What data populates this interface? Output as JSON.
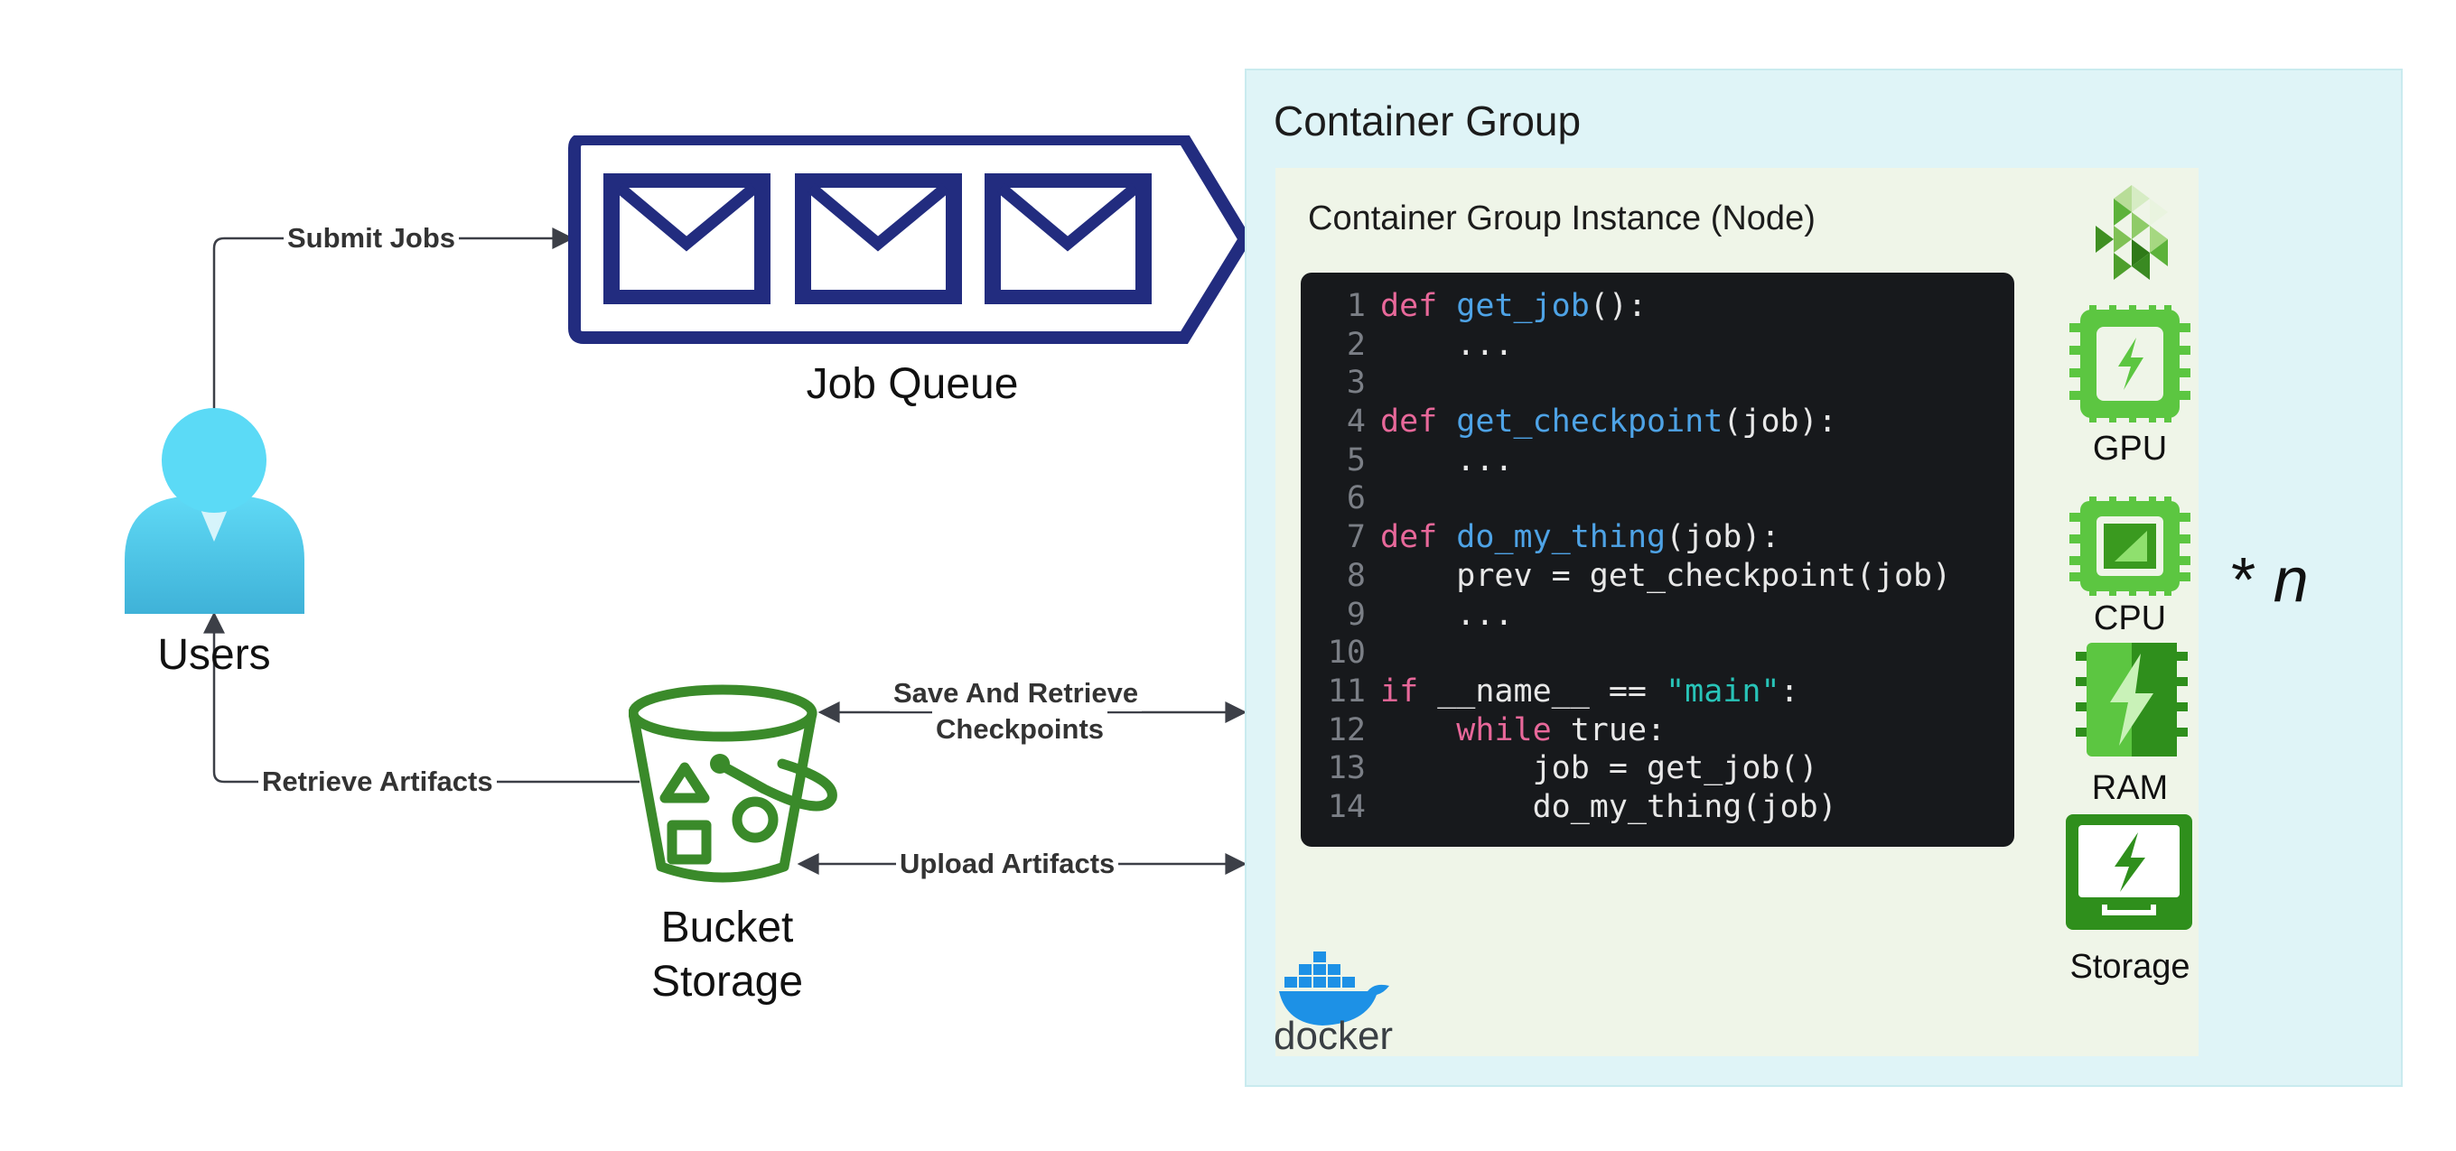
{
  "nodes": {
    "users": "Users",
    "job_queue": "Job Queue",
    "bucket_storage_line1": "Bucket",
    "bucket_storage_line2": "Storage",
    "container_group": "Container Group",
    "container_group_instance": "Container Group Instance (Node)"
  },
  "edges": {
    "submit_jobs": "Submit Jobs",
    "retrieve_artifacts": "Retrieve Artifacts",
    "save_retrieve_line1": "Save And Retrieve",
    "save_retrieve_line2": "Checkpoints",
    "upload_artifacts": "Upload Artifacts"
  },
  "code": {
    "line_numbers": [
      "1",
      "2",
      "3",
      "4",
      "5",
      "6",
      "7",
      "8",
      "9",
      "10",
      "11",
      "12",
      "13",
      "14"
    ],
    "lines": [
      [
        {
          "t": "def ",
          "c": "kw"
        },
        {
          "t": "get_job",
          "c": "fn"
        },
        {
          "t": "():",
          "c": "plain"
        }
      ],
      [
        {
          "t": "    ...",
          "c": "plain"
        }
      ],
      [],
      [
        {
          "t": "def ",
          "c": "kw"
        },
        {
          "t": "get_checkpoint",
          "c": "fn"
        },
        {
          "t": "(job):",
          "c": "plain"
        }
      ],
      [
        {
          "t": "    ...",
          "c": "plain"
        }
      ],
      [],
      [
        {
          "t": "def ",
          "c": "kw"
        },
        {
          "t": "do_my_thing",
          "c": "fn"
        },
        {
          "t": "(job):",
          "c": "plain"
        }
      ],
      [
        {
          "t": "    prev = get_checkpoint(job)",
          "c": "plain"
        }
      ],
      [
        {
          "t": "    ...",
          "c": "plain"
        }
      ],
      [],
      [
        {
          "t": "if ",
          "c": "kw"
        },
        {
          "t": "__name__ == ",
          "c": "plain"
        },
        {
          "t": "\"main\"",
          "c": "str"
        },
        {
          "t": ":",
          "c": "plain"
        }
      ],
      [
        {
          "t": "    ",
          "c": "plain"
        },
        {
          "t": "while ",
          "c": "kw"
        },
        {
          "t": "true:",
          "c": "plain"
        }
      ],
      [
        {
          "t": "        job = get_job()",
          "c": "plain"
        }
      ],
      [
        {
          "t": "        do_my_thing(job)",
          "c": "plain"
        }
      ]
    ]
  },
  "resources": {
    "gpu": "GPU",
    "cpu": "CPU",
    "ram": "RAM",
    "storage": "Storage"
  },
  "docker_logo_text": "docker",
  "multiplier": {
    "prefix": "* ",
    "n": "n"
  },
  "icons": {
    "users": "user-icon",
    "job_queue": "envelope-queue-icon",
    "bucket": "bucket-storage-icon",
    "logo": "salad-logo-icon",
    "gpu": "gpu-chip-icon",
    "cpu": "cpu-chip-icon",
    "ram": "ram-chip-icon",
    "storage": "storage-drive-icon",
    "docker": "docker-whale-icon"
  },
  "colors": {
    "queue_navy": "#222c7f",
    "bucket_green": "#3a8a2a",
    "chip_green": "#5cc641",
    "user_blue": "#4cc3e6",
    "container_bg": "#dff4f7",
    "instance_bg": "#eff5e8",
    "code_bg": "#17191c",
    "docker_blue": "#1d91e6"
  }
}
